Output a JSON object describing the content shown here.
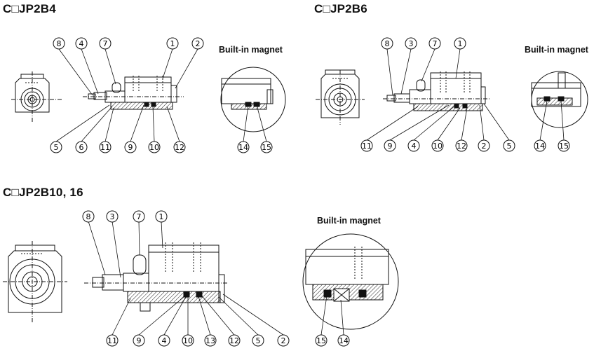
{
  "sections": [
    {
      "title": "C□JP2B4",
      "magnet_label": "Built-in magnet"
    },
    {
      "title": "C□JP2B6",
      "magnet_label": "Built-in magnet"
    },
    {
      "title": "C□JP2B10, 16",
      "magnet_label": "Built-in magnet"
    }
  ],
  "callouts": {
    "b4_top": [
      "8",
      "4",
      "7",
      "1",
      "2"
    ],
    "b4_bottom": [
      "5",
      "6",
      "11",
      "9",
      "10",
      "12"
    ],
    "b4_magnet": [
      "14",
      "15"
    ],
    "b6_top": [
      "8",
      "3",
      "7",
      "1"
    ],
    "b6_bottom": [
      "11",
      "9",
      "4",
      "10",
      "12",
      "2",
      "5"
    ],
    "b6_magnet": [
      "14",
      "15"
    ],
    "b10_top": [
      "8",
      "3",
      "7",
      "1"
    ],
    "b10_bottom": [
      "11",
      "9",
      "4",
      "10",
      "13",
      "12",
      "5",
      "2"
    ],
    "b10_magnet": [
      "15",
      "14"
    ]
  }
}
